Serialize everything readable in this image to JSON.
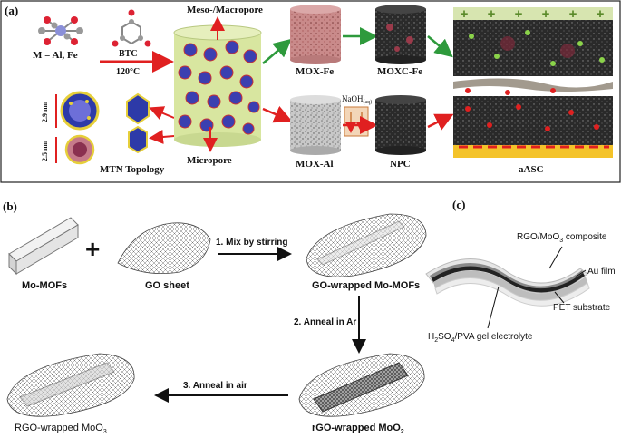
{
  "panel_a": {
    "label": "(a)",
    "metal_label": "M = Al, Fe",
    "ligand_label": "BTC",
    "temperature": "120°C",
    "meso_label": "Meso-/Macropore",
    "micro_label": "Micropore",
    "topology_label": "MTN Topology",
    "size_large": "2.9 nm",
    "size_small": "2.5 nm",
    "mox_fe": "MOX-Fe",
    "moxc_fe": "MOXC-Fe",
    "mox_al": "MOX-Al",
    "npc": "NPC",
    "naoh": "NaOH",
    "naoh_sub": "(aq)",
    "aasc": "aASC",
    "plus_signs": [
      "+",
      "+",
      "+",
      "+",
      "+",
      "+"
    ],
    "colors": {
      "green_arrow": "#2e9a3c",
      "red_arrow": "#e02020",
      "cylinder": "#d8e6a0",
      "positive": "#5a8a2a"
    }
  },
  "panel_b": {
    "label": "(b)",
    "plus": "+",
    "mo_mofs": "Mo-MOFs",
    "go_sheet": "GO sheet",
    "step1": "1. Mix by stirring",
    "go_wrapped": "GO-wrapped Mo-MOFs",
    "step2": "2. Anneal in Ar",
    "rgo_moo2_main": "rGO-wrapped MoO",
    "rgo_moo2_sub": "2",
    "step3": "3. Anneal in air",
    "rgo_moo3_main": "RGO-wrapped MoO",
    "rgo_moo3_sub": "3"
  },
  "panel_c": {
    "label": "(c)",
    "composite_main": "RGO/MoO",
    "composite_sub": "3",
    "composite_rest": " composite",
    "au_film": "Au film",
    "pet": "PET substrate",
    "electrolyte_a": "H",
    "electrolyte_s1": "2",
    "electrolyte_b": "SO",
    "electrolyte_s2": "4",
    "electrolyte_c": "/PVA gel electrolyte"
  }
}
